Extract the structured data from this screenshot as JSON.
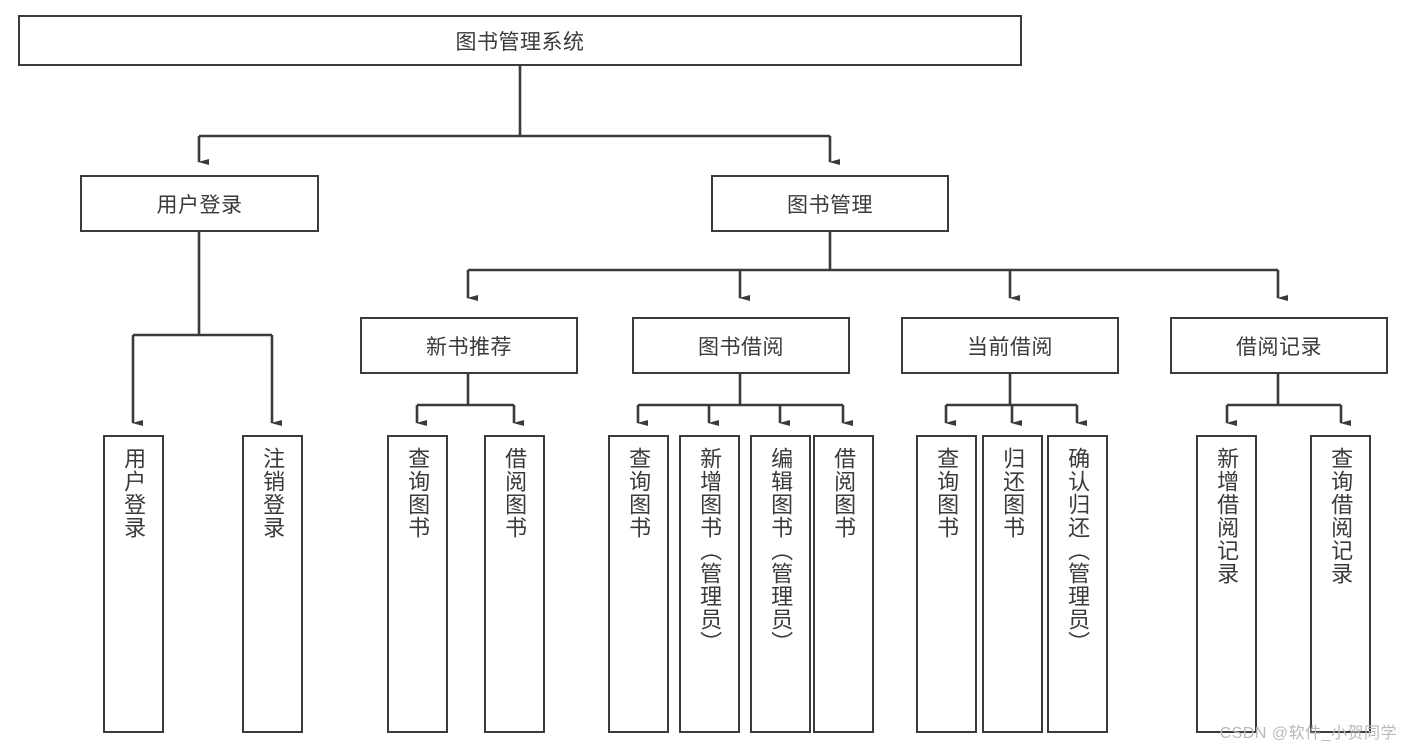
{
  "diagram": {
    "title": "图书管理系统",
    "type": "tree",
    "root": {
      "label": "图书管理系统"
    },
    "level1": [
      {
        "label": "用户登录"
      },
      {
        "label": "图书管理"
      }
    ],
    "level2": [
      {
        "label": "新书推荐"
      },
      {
        "label": "图书借阅"
      },
      {
        "label": "当前借阅"
      },
      {
        "label": "借阅记录"
      }
    ],
    "leaves": {
      "user_login": [
        {
          "label": "用户登录"
        },
        {
          "label": "注销登录"
        }
      ],
      "new_book_recommend": [
        {
          "label": "查询图书"
        },
        {
          "label": "借阅图书"
        }
      ],
      "book_borrow": [
        {
          "label": "查询图书"
        },
        {
          "label": "新增图书（管理员）"
        },
        {
          "label": "编辑图书（管理员）"
        },
        {
          "label": "借阅图书"
        }
      ],
      "current_borrow": [
        {
          "label": "查询图书"
        },
        {
          "label": "归还图书"
        },
        {
          "label": "确认归还（管理员）"
        }
      ],
      "borrow_record": [
        {
          "label": "新增借阅记录"
        },
        {
          "label": "查询借阅记录"
        }
      ]
    }
  },
  "watermark": {
    "text": "CSDN @软件_小贺同学"
  },
  "colors": {
    "box_border": "#3b3b3b",
    "text": "#3a3a3a",
    "line": "#3b3b3b",
    "background": "#ffffff",
    "watermark": "#b9b9b9"
  }
}
